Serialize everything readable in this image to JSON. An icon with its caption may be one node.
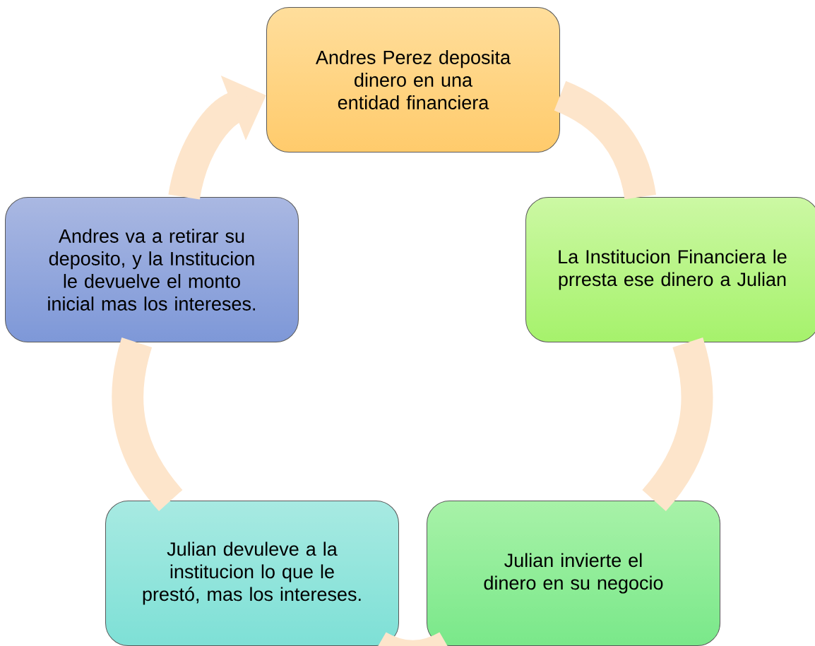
{
  "diagram": {
    "nodes": [
      {
        "text": [
          "Andres Perez deposita dinero en una entidad financiera"
        ]
      },
      {
        "text": [
          "La Institucion Financiera le prresta ese dinero a Julian"
        ]
      },
      {
        "text": [
          "Julian invierte el dinero en su negocio"
        ]
      },
      {
        "text": [
          "Julian devuleve a la institucion lo que le prestó, mas los intereses."
        ]
      },
      {
        "text": [
          "Andres va a retirar su deposito, y la Institucion le devuelve el monto inicial mas los intereses."
        ]
      }
    ],
    "edges": [
      {
        "from": 0,
        "to": 1,
        "arrow": "none"
      },
      {
        "from": 1,
        "to": 2,
        "arrow": "none"
      },
      {
        "from": 2,
        "to": 3,
        "arrow": "none"
      },
      {
        "from": 3,
        "to": 4,
        "arrow": "none"
      },
      {
        "from": 4,
        "to": 0,
        "arrow": "to"
      }
    ]
  }
}
